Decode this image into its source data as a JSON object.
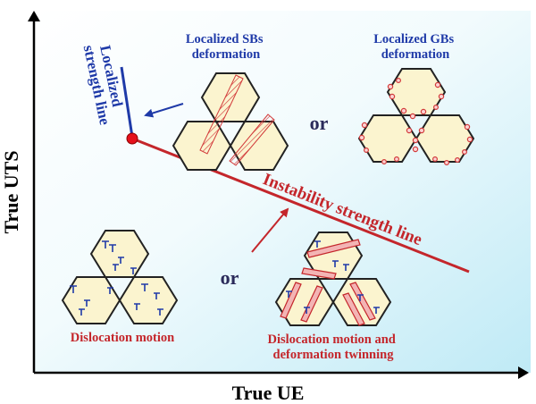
{
  "axes": {
    "x_label": "True UE",
    "y_label": "True UTS"
  },
  "lines": {
    "localized": [
      "Localized",
      "strength line"
    ],
    "instability": "Instability strength line"
  },
  "labels": {
    "sb_deformation": [
      "Localized SBs",
      "deformation"
    ],
    "gb_deformation": [
      "Localized GBs",
      "deformation"
    ],
    "dislocation_motion": "Dislocation motion",
    "dislocation_twinning": [
      "Dislocation motion and",
      "deformation twinning"
    ],
    "or_top": "or",
    "or_bottom": "or"
  },
  "colors": {
    "blue": "#1f3aa8",
    "red": "#c4262b",
    "grain_fill": "#fbf4cf",
    "background_gradient": [
      "#ffffff",
      "#c6eef8"
    ]
  }
}
